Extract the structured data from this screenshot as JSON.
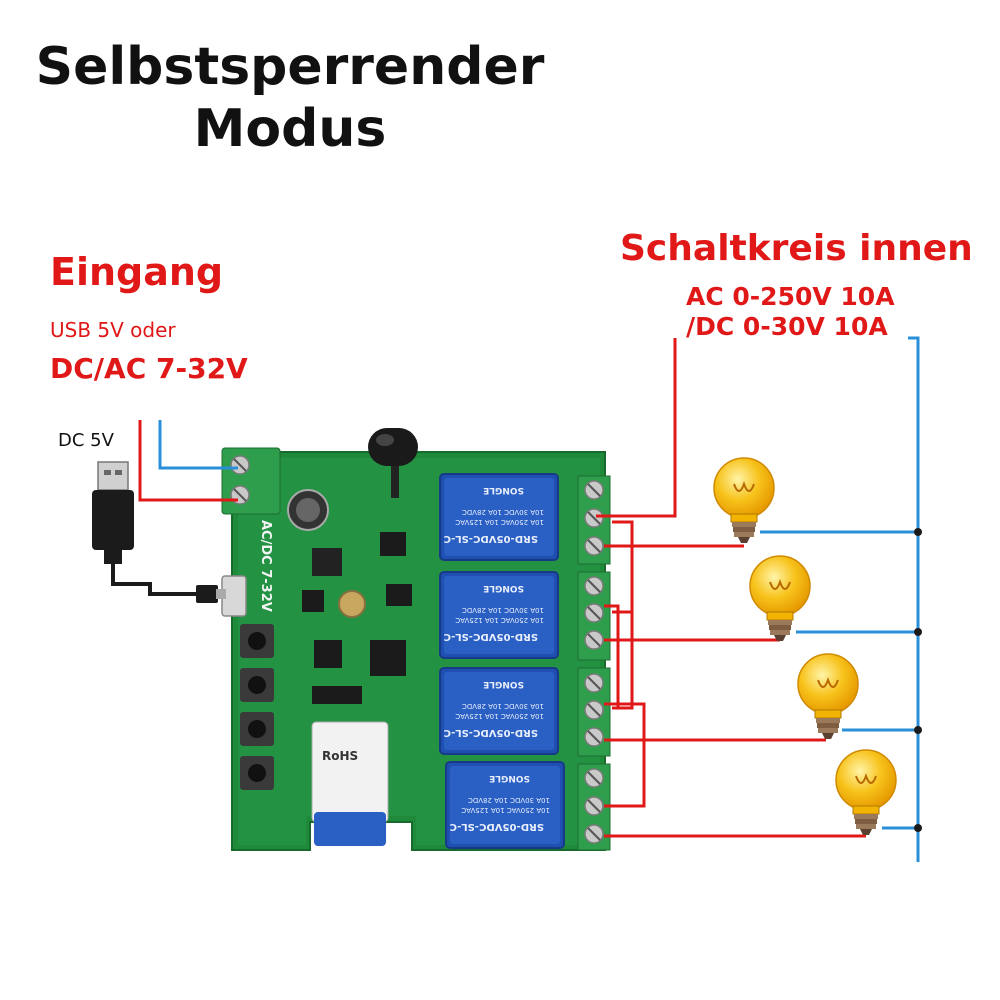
{
  "title": {
    "line1": "Selbstsperrender",
    "line2": "Modus"
  },
  "input": {
    "heading": "Eingang",
    "line1": "USB 5V oder",
    "line2": "DC/AC 7-32V",
    "usb_label": "DC 5V"
  },
  "output": {
    "heading": "Schaltkreis innen",
    "line1": "AC 0-250V 10A",
    "line2": "/DC 0-30V 10A"
  },
  "board": {
    "terminal_label": "AC/DC 7-32V",
    "relay_model": "SRD-05VDC-SL-C",
    "relay_brand": "SONGLE",
    "module_marks": "RoHS"
  },
  "colors": {
    "live_wire": "#e01818",
    "neutral_wire": "#2a8fd8",
    "pcb": "#1f8a3a",
    "relay": "#1f4fb0",
    "bulb": "#f5b800"
  },
  "icons": [
    "usb-plug-icon",
    "antenna-icon",
    "relay-icon",
    "light-bulb-icon",
    "screw-terminal-icon"
  ]
}
